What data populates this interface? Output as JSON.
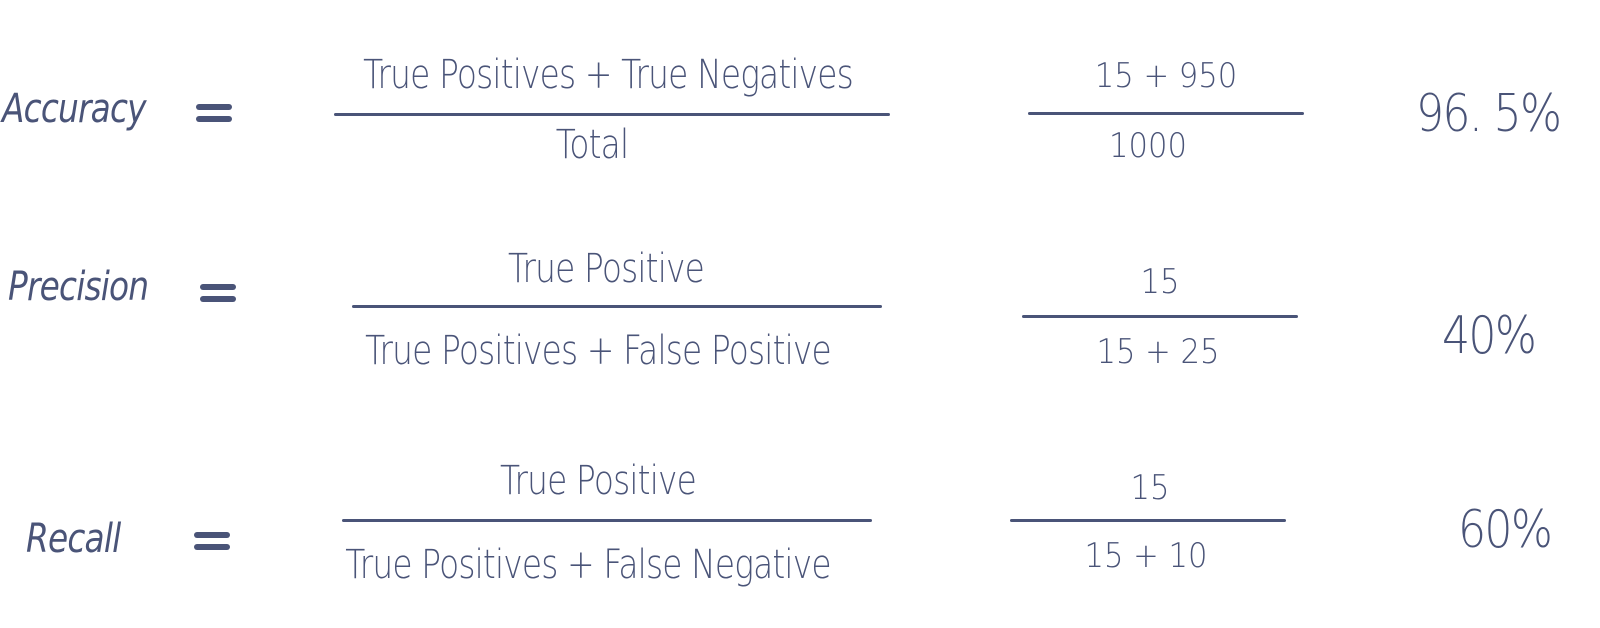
{
  "ink_color": "#4a5478",
  "rows": [
    {
      "metric": "Accuracy",
      "equals": "=",
      "formula": {
        "numerator": "True Positives + True Negatives",
        "denominator": "Total"
      },
      "values": {
        "numerator": "15 + 950",
        "denominator": "1000"
      },
      "result": "96. 5%"
    },
    {
      "metric": "Precision",
      "equals": "=",
      "formula": {
        "numerator": "True Positive",
        "denominator": "True Positives + False Positive"
      },
      "values": {
        "numerator": "15",
        "denominator": "15 + 25"
      },
      "result": "40%"
    },
    {
      "metric": "Recall",
      "equals": "=",
      "formula": {
        "numerator": "True Positive",
        "denominator": "True Positives + False Negative"
      },
      "values": {
        "numerator": "15",
        "denominator": "15 + 10"
      },
      "result": "60%"
    }
  ]
}
